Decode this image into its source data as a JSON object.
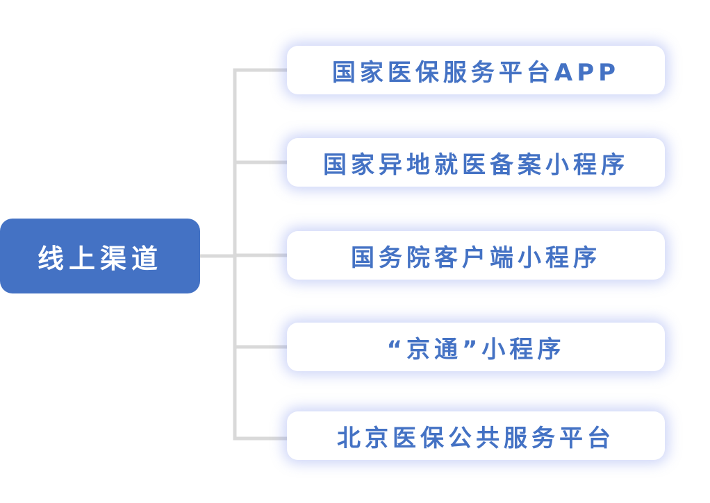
{
  "root": {
    "label": "线上渠道"
  },
  "channels": [
    {
      "label": "国家医保服务平台APP"
    },
    {
      "label": "国家异地就医备案小程序"
    },
    {
      "label": "国务院客户端小程序"
    },
    {
      "label": "“京通”小程序"
    },
    {
      "label": "北京医保公共服务平台"
    }
  ],
  "colors": {
    "root_fill": "#4472c4",
    "root_text": "#ffffff",
    "leaf_text": "#4472c4",
    "connector": "#d9d9d9",
    "leaf_glow": "#788ceb"
  }
}
